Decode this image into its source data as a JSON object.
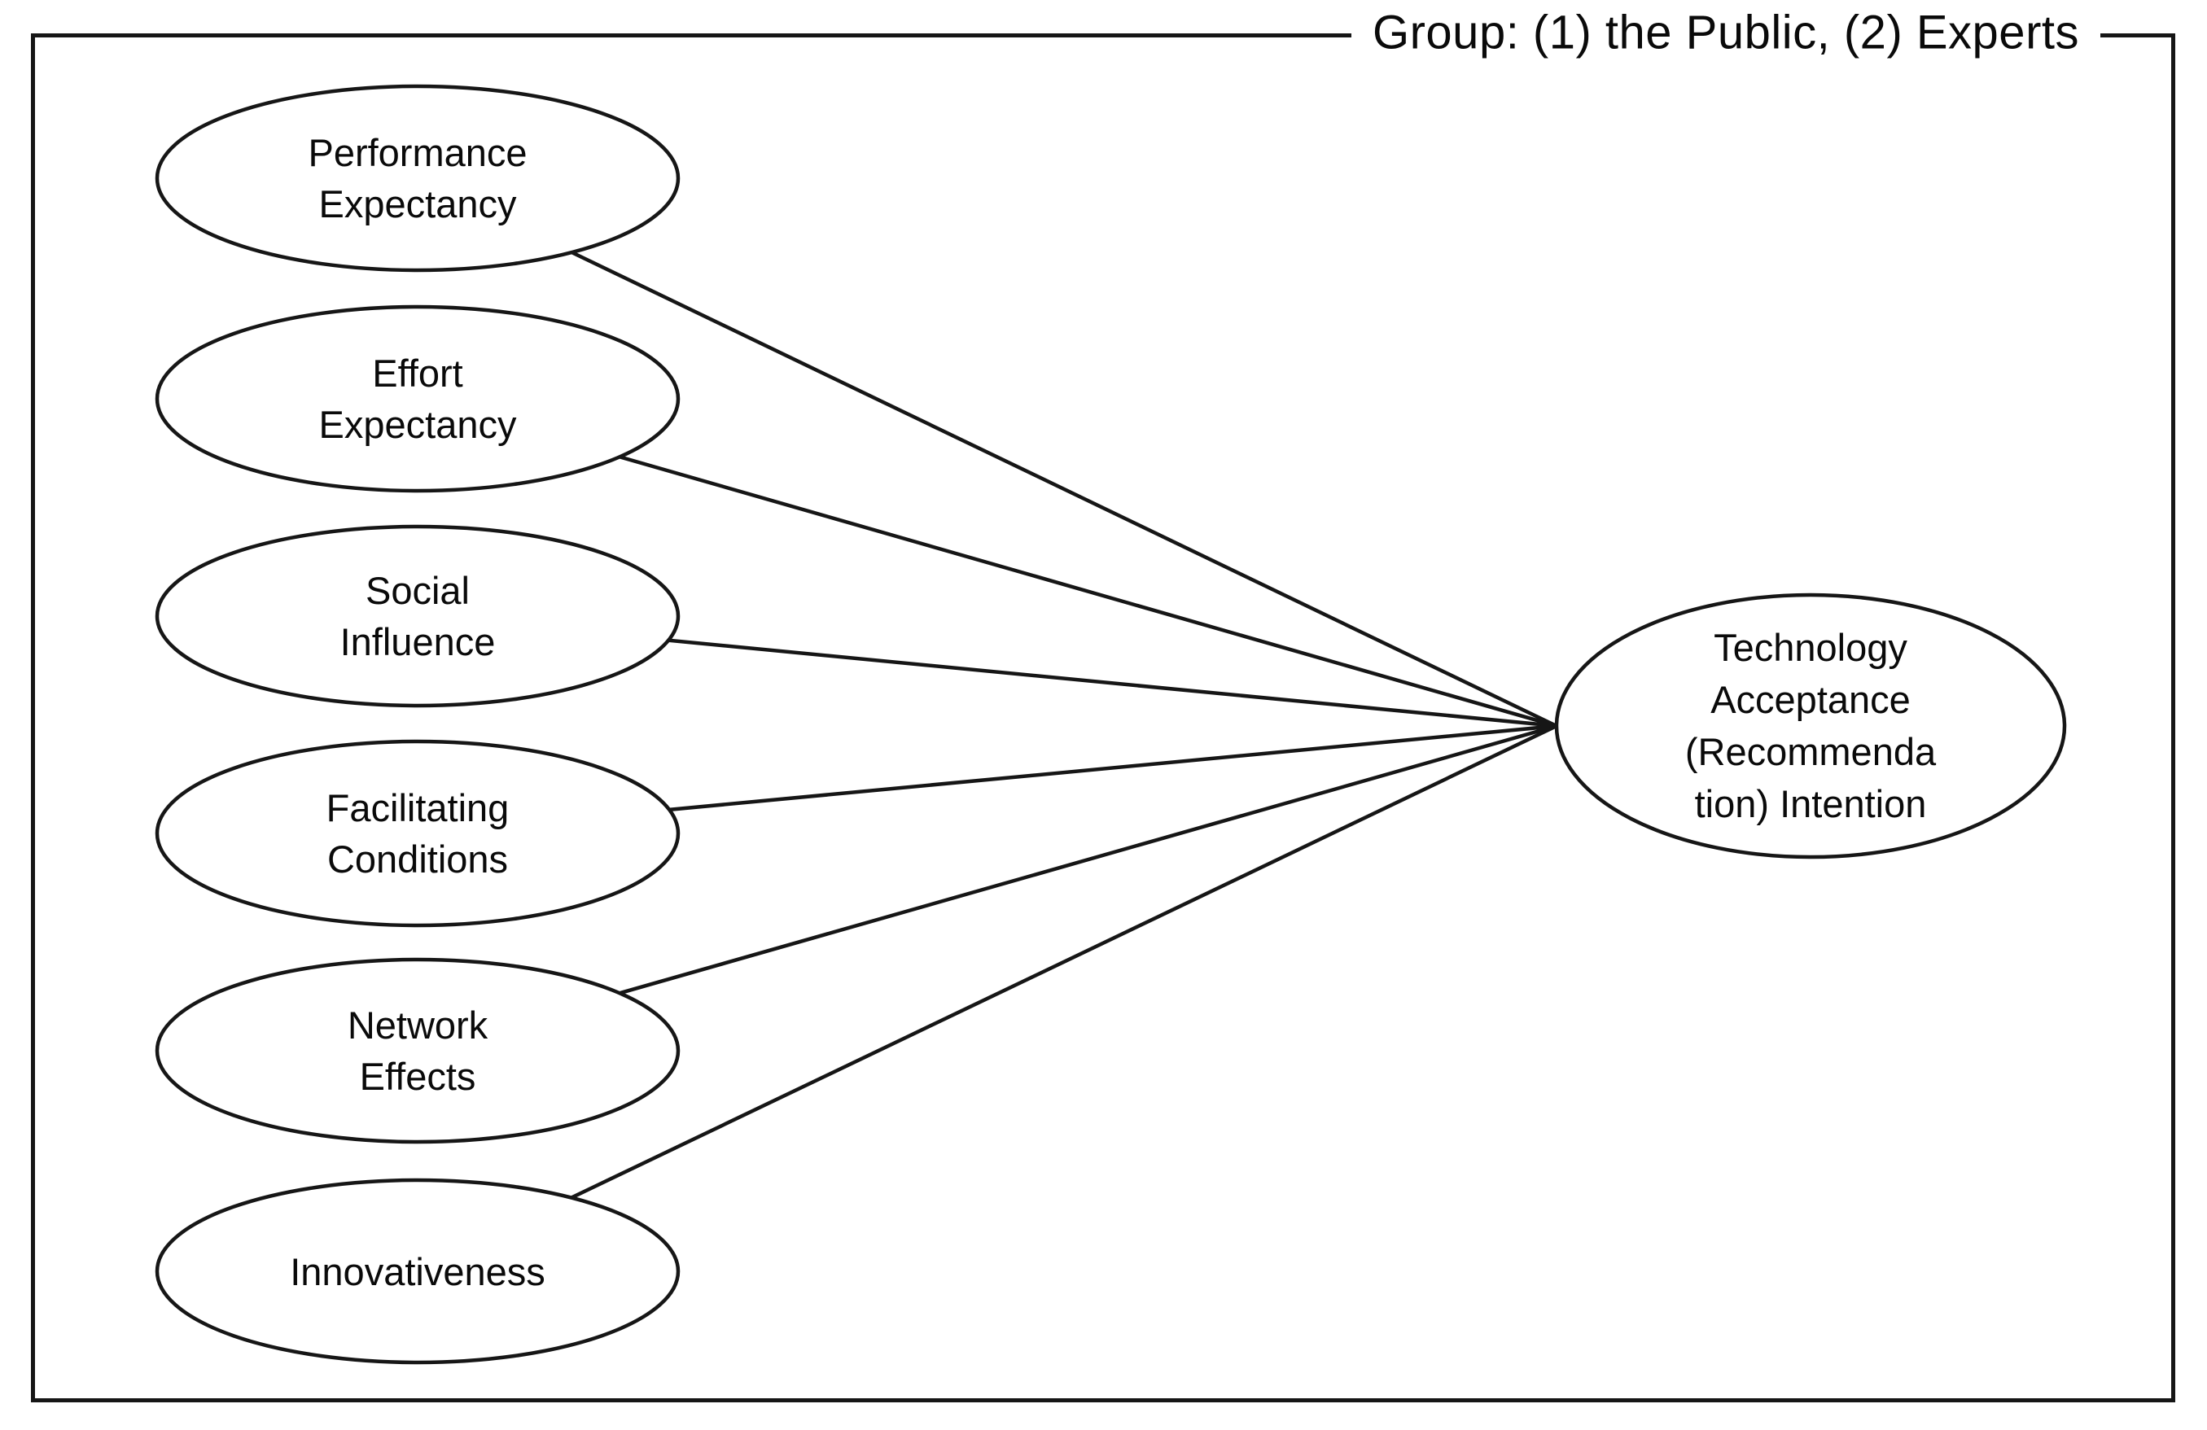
{
  "diagram": {
    "group_label": "Group: (1) the Public, (2) Experts",
    "nodes": [
      {
        "id": "performance-expectancy",
        "lines": [
          "Performance",
          "Expectancy"
        ]
      },
      {
        "id": "effort-expectancy",
        "lines": [
          "Effort",
          "Expectancy"
        ]
      },
      {
        "id": "social-influence",
        "lines": [
          "Social",
          "Influence"
        ]
      },
      {
        "id": "facilitating-conditions",
        "lines": [
          "Facilitating",
          "Conditions"
        ]
      },
      {
        "id": "network-effects",
        "lines": [
          "Network",
          "Effects"
        ]
      },
      {
        "id": "innovativeness",
        "lines": [
          "Innovativeness"
        ]
      }
    ],
    "target": {
      "id": "technology-acceptance-recommendation-intention",
      "lines": [
        "Technology",
        "Acceptance",
        "(Recommenda",
        "tion) Intention"
      ]
    },
    "edges": [
      {
        "from": "performance-expectancy",
        "to": "technology-acceptance-recommendation-intention"
      },
      {
        "from": "effort-expectancy",
        "to": "technology-acceptance-recommendation-intention"
      },
      {
        "from": "social-influence",
        "to": "technology-acceptance-recommendation-intention"
      },
      {
        "from": "facilitating-conditions",
        "to": "technology-acceptance-recommendation-intention"
      },
      {
        "from": "network-effects",
        "to": "technology-acceptance-recommendation-intention"
      },
      {
        "from": "innovativeness",
        "to": "technology-acceptance-recommendation-intention"
      }
    ],
    "colors": {
      "stroke": "#161616",
      "background": "#ffffff",
      "text": "#0a0a0a"
    }
  }
}
